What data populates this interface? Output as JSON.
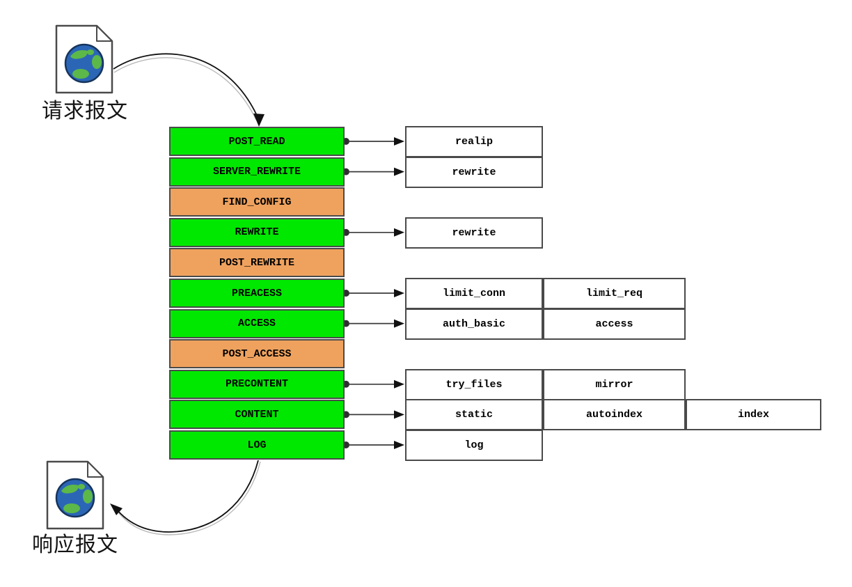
{
  "request_label": "请求报文",
  "response_label": "响应报文",
  "colors": {
    "green": "#00e800",
    "orange": "#efa25e",
    "box_border": "#4a4a4a",
    "line": "#3a3a3a",
    "echo": "#b9b9b9",
    "globe_sea": "#2b66b6",
    "globe_land": "#5cb848"
  },
  "phases": [
    {
      "label": "POST_READ",
      "color": "green",
      "modules": [
        "realip"
      ]
    },
    {
      "label": "SERVER_REWRITE",
      "color": "green",
      "modules": [
        "rewrite"
      ]
    },
    {
      "label": "FIND_CONFIG",
      "color": "orange",
      "modules": []
    },
    {
      "label": "REWRITE",
      "color": "green",
      "modules": [
        "rewrite"
      ]
    },
    {
      "label": "POST_REWRITE",
      "color": "orange",
      "modules": []
    },
    {
      "label": "PREACESS",
      "color": "green",
      "modules": [
        "limit_conn",
        "limit_req"
      ]
    },
    {
      "label": "ACCESS",
      "color": "green",
      "modules": [
        "auth_basic",
        "access"
      ]
    },
    {
      "label": "POST_ACCESS",
      "color": "orange",
      "modules": []
    },
    {
      "label": "PRECONTENT",
      "color": "green",
      "modules": [
        "try_files",
        "mirror"
      ]
    },
    {
      "label": "CONTENT",
      "color": "green",
      "modules": [
        "static",
        "autoindex",
        "index"
      ]
    },
    {
      "label": "LOG",
      "color": "green",
      "modules": [
        "log"
      ]
    }
  ]
}
